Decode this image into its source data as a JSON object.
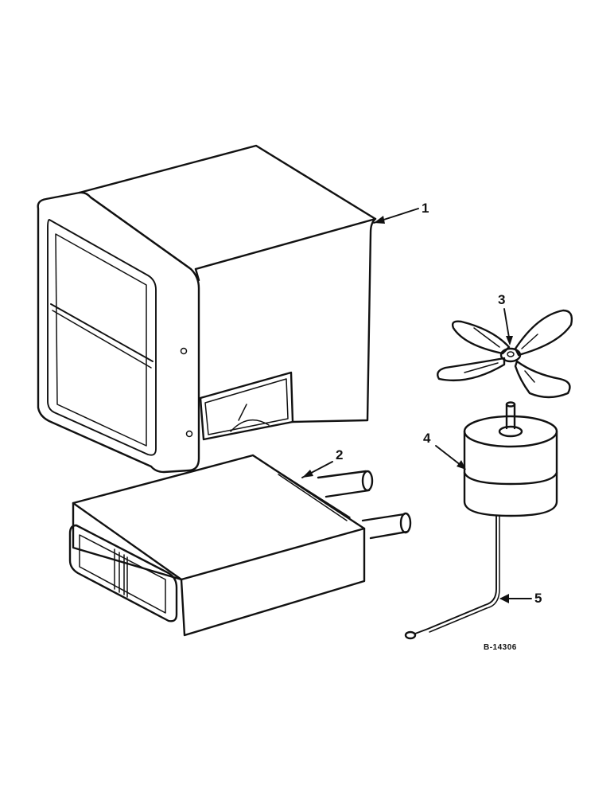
{
  "diagram": {
    "callouts": {
      "part1": "1",
      "part2": "2",
      "part3": "3",
      "part4": "4",
      "part5": "5"
    },
    "drawing_number": "B-14306"
  },
  "colors": {
    "line": "#111111",
    "background": "#ffffff"
  }
}
